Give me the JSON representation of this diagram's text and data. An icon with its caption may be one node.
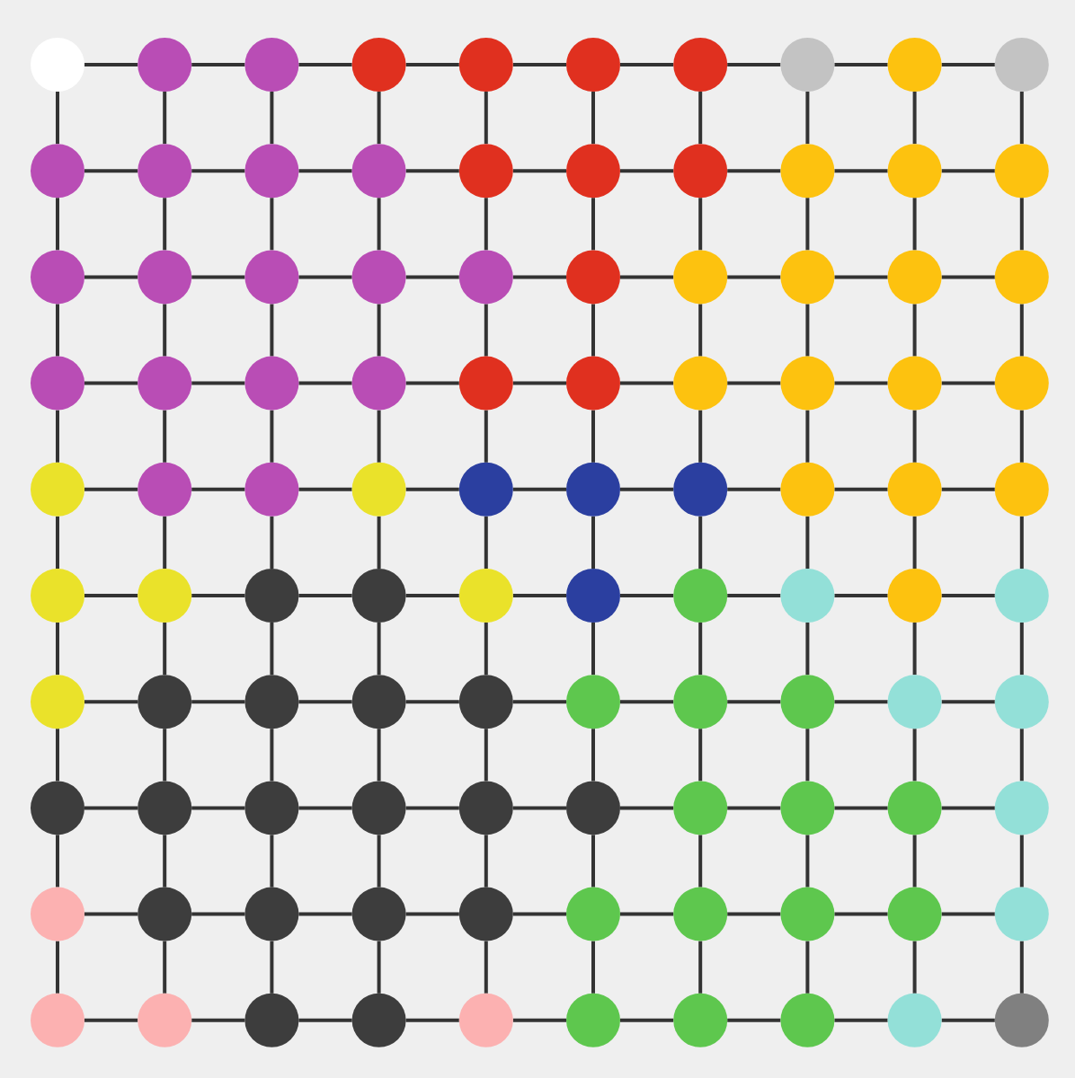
{
  "diagram": {
    "nodes": [
      {
        "text": [],
        "shape": "circle"
      },
      {
        "text": [],
        "shape": "circle"
      },
      {
        "text": [],
        "shape": "circle"
      },
      {
        "text": [],
        "shape": "circle"
      },
      {
        "text": [],
        "shape": "circle"
      },
      {
        "text": [],
        "shape": "circle"
      },
      {
        "text": [],
        "shape": "circle"
      },
      {
        "text": [],
        "shape": "circle"
      },
      {
        "text": [],
        "shape": "circle"
      },
      {
        "text": [],
        "shape": "circle"
      },
      {
        "text": [],
        "shape": "circle"
      },
      {
        "text": [],
        "shape": "circle"
      },
      {
        "text": [],
        "shape": "circle"
      },
      {
        "text": [],
        "shape": "circle"
      },
      {
        "text": [],
        "shape": "circle"
      },
      {
        "text": [],
        "shape": "circle"
      },
      {
        "text": [],
        "shape": "circle"
      },
      {
        "text": [],
        "shape": "circle"
      },
      {
        "text": [],
        "shape": "circle"
      },
      {
        "text": [],
        "shape": "circle"
      },
      {
        "text": [],
        "shape": "circle"
      },
      {
        "text": [],
        "shape": "circle"
      },
      {
        "text": [],
        "shape": "circle"
      },
      {
        "text": [],
        "shape": "circle"
      },
      {
        "text": [],
        "shape": "circle"
      },
      {
        "text": [],
        "shape": "circle"
      },
      {
        "text": [],
        "shape": "circle"
      },
      {
        "text": [],
        "shape": "circle"
      },
      {
        "text": [],
        "shape": "circle"
      },
      {
        "text": [],
        "shape": "circle"
      },
      {
        "text": [],
        "shape": "circle"
      },
      {
        "text": [],
        "shape": "circle"
      },
      {
        "text": [],
        "shape": "circle"
      },
      {
        "text": [],
        "shape": "circle"
      },
      {
        "text": [],
        "shape": "circle"
      },
      {
        "text": [],
        "shape": "circle"
      },
      {
        "text": [],
        "shape": "circle"
      },
      {
        "text": [],
        "shape": "circle"
      },
      {
        "text": [],
        "shape": "circle"
      },
      {
        "text": [],
        "shape": "circle"
      },
      {
        "text": [],
        "shape": "circle"
      },
      {
        "text": [],
        "shape": "circle"
      },
      {
        "text": [],
        "shape": "circle"
      },
      {
        "text": [],
        "shape": "circle"
      },
      {
        "text": [],
        "shape": "circle"
      },
      {
        "text": [],
        "shape": "circle"
      },
      {
        "text": [],
        "shape": "circle"
      },
      {
        "text": [],
        "shape": "circle"
      },
      {
        "text": [],
        "shape": "circle"
      },
      {
        "text": [],
        "shape": "circle"
      },
      {
        "text": [],
        "shape": "circle"
      },
      {
        "text": [],
        "shape": "circle"
      },
      {
        "text": [],
        "shape": "circle"
      },
      {
        "text": [],
        "shape": "circle"
      },
      {
        "text": [],
        "shape": "circle"
      },
      {
        "text": [],
        "shape": "circle"
      },
      {
        "text": [],
        "shape": "circle"
      },
      {
        "text": [],
        "shape": "circle"
      },
      {
        "text": [],
        "shape": "circle"
      },
      {
        "text": [],
        "shape": "circle"
      },
      {
        "text": [],
        "shape": "circle"
      },
      {
        "text": [],
        "shape": "circle"
      },
      {
        "text": [],
        "shape": "circle"
      },
      {
        "text": [],
        "shape": "circle"
      },
      {
        "text": [],
        "shape": "circle"
      },
      {
        "text": [],
        "shape": "circle"
      },
      {
        "text": [],
        "shape": "circle"
      },
      {
        "text": [],
        "shape": "circle"
      },
      {
        "text": [],
        "shape": "circle"
      },
      {
        "text": [],
        "shape": "circle"
      },
      {
        "text": [],
        "shape": "circle"
      },
      {
        "text": [],
        "shape": "circle"
      },
      {
        "text": [],
        "shape": "circle"
      },
      {
        "text": [],
        "shape": "circle"
      },
      {
        "text": [],
        "shape": "circle"
      },
      {
        "text": [],
        "shape": "circle"
      },
      {
        "text": [],
        "shape": "circle"
      },
      {
        "text": [],
        "shape": "circle"
      },
      {
        "text": [],
        "shape": "circle"
      },
      {
        "text": [],
        "shape": "circle"
      },
      {
        "text": [],
        "shape": "circle"
      },
      {
        "text": [],
        "shape": "circle"
      },
      {
        "text": [],
        "shape": "circle"
      },
      {
        "text": [],
        "shape": "circle"
      },
      {
        "text": [],
        "shape": "circle"
      },
      {
        "text": [],
        "shape": "circle"
      },
      {
        "text": [],
        "shape": "circle"
      },
      {
        "text": [],
        "shape": "circle"
      },
      {
        "text": [],
        "shape": "circle"
      },
      {
        "text": [],
        "shape": "circle"
      },
      {
        "text": [],
        "shape": "circle"
      },
      {
        "text": [],
        "shape": "circle"
      },
      {
        "text": [],
        "shape": "circle"
      },
      {
        "text": [],
        "shape": "circle"
      },
      {
        "text": [],
        "shape": "circle"
      },
      {
        "text": [],
        "shape": "circle"
      },
      {
        "text": [],
        "shape": "circle"
      },
      {
        "text": [],
        "shape": "circle"
      },
      {
        "text": [],
        "shape": "circle"
      },
      {
        "text": [],
        "shape": "circle"
      }
    ],
    "edges": [
      {
        "from": 0,
        "to": 1,
        "arrow": "none"
      },
      {
        "from": 0,
        "to": 10,
        "arrow": "none"
      },
      {
        "from": 1,
        "to": 2,
        "arrow": "none"
      },
      {
        "from": 1,
        "to": 11,
        "arrow": "none"
      },
      {
        "from": 2,
        "to": 3,
        "arrow": "none"
      },
      {
        "from": 2,
        "to": 12,
        "arrow": "none"
      },
      {
        "from": 3,
        "to": 4,
        "arrow": "none"
      },
      {
        "from": 3,
        "to": 13,
        "arrow": "none"
      },
      {
        "from": 4,
        "to": 5,
        "arrow": "none"
      },
      {
        "from": 4,
        "to": 14,
        "arrow": "none"
      },
      {
        "from": 5,
        "to": 6,
        "arrow": "none"
      },
      {
        "from": 5,
        "to": 15,
        "arrow": "none"
      },
      {
        "from": 6,
        "to": 7,
        "arrow": "none"
      },
      {
        "from": 6,
        "to": 16,
        "arrow": "none"
      },
      {
        "from": 7,
        "to": 8,
        "arrow": "none"
      },
      {
        "from": 7,
        "to": 17,
        "arrow": "none"
      },
      {
        "from": 8,
        "to": 9,
        "arrow": "none"
      },
      {
        "from": 8,
        "to": 18,
        "arrow": "none"
      },
      {
        "from": 9,
        "to": 19,
        "arrow": "none"
      },
      {
        "from": 10,
        "to": 11,
        "arrow": "none"
      },
      {
        "from": 10,
        "to": 20,
        "arrow": "none"
      },
      {
        "from": 11,
        "to": 12,
        "arrow": "none"
      },
      {
        "from": 11,
        "to": 21,
        "arrow": "none"
      },
      {
        "from": 12,
        "to": 13,
        "arrow": "none"
      },
      {
        "from": 12,
        "to": 22,
        "arrow": "none"
      },
      {
        "from": 13,
        "to": 14,
        "arrow": "none"
      },
      {
        "from": 13,
        "to": 23,
        "arrow": "none"
      },
      {
        "from": 14,
        "to": 15,
        "arrow": "none"
      },
      {
        "from": 14,
        "to": 24,
        "arrow": "none"
      },
      {
        "from": 15,
        "to": 16,
        "arrow": "none"
      },
      {
        "from": 15,
        "to": 25,
        "arrow": "none"
      },
      {
        "from": 16,
        "to": 17,
        "arrow": "none"
      },
      {
        "from": 16,
        "to": 26,
        "arrow": "none"
      },
      {
        "from": 17,
        "to": 18,
        "arrow": "none"
      },
      {
        "from": 17,
        "to": 27,
        "arrow": "none"
      },
      {
        "from": 18,
        "to": 19,
        "arrow": "none"
      },
      {
        "from": 18,
        "to": 28,
        "arrow": "none"
      },
      {
        "from": 19,
        "to": 29,
        "arrow": "none"
      },
      {
        "from": 20,
        "to": 21,
        "arrow": "none"
      },
      {
        "from": 20,
        "to": 30,
        "arrow": "none"
      },
      {
        "from": 21,
        "to": 22,
        "arrow": "none"
      },
      {
        "from": 21,
        "to": 31,
        "arrow": "none"
      },
      {
        "from": 22,
        "to": 23,
        "arrow": "none"
      },
      {
        "from": 22,
        "to": 32,
        "arrow": "none"
      },
      {
        "from": 23,
        "to": 24,
        "arrow": "none"
      },
      {
        "from": 23,
        "to": 33,
        "arrow": "none"
      },
      {
        "from": 24,
        "to": 25,
        "arrow": "none"
      },
      {
        "from": 24,
        "to": 34,
        "arrow": "none"
      },
      {
        "from": 25,
        "to": 26,
        "arrow": "none"
      },
      {
        "from": 25,
        "to": 35,
        "arrow": "none"
      },
      {
        "from": 26,
        "to": 27,
        "arrow": "none"
      },
      {
        "from": 26,
        "to": 36,
        "arrow": "none"
      },
      {
        "from": 27,
        "to": 28,
        "arrow": "none"
      },
      {
        "from": 27,
        "to": 37,
        "arrow": "none"
      },
      {
        "from": 28,
        "to": 29,
        "arrow": "none"
      },
      {
        "from": 28,
        "to": 38,
        "arrow": "none"
      },
      {
        "from": 29,
        "to": 39,
        "arrow": "none"
      },
      {
        "from": 30,
        "to": 31,
        "arrow": "none"
      },
      {
        "from": 30,
        "to": 40,
        "arrow": "none"
      },
      {
        "from": 31,
        "to": 32,
        "arrow": "none"
      },
      {
        "from": 31,
        "to": 41,
        "arrow": "none"
      },
      {
        "from": 32,
        "to": 33,
        "arrow": "none"
      },
      {
        "from": 32,
        "to": 42,
        "arrow": "none"
      },
      {
        "from": 33,
        "to": 34,
        "arrow": "none"
      },
      {
        "from": 33,
        "to": 43,
        "arrow": "none"
      },
      {
        "from": 34,
        "to": 35,
        "arrow": "none"
      },
      {
        "from": 34,
        "to": 44,
        "arrow": "none"
      },
      {
        "from": 35,
        "to": 36,
        "arrow": "none"
      },
      {
        "from": 35,
        "to": 45,
        "arrow": "none"
      },
      {
        "from": 36,
        "to": 37,
        "arrow": "none"
      },
      {
        "from": 36,
        "to": 46,
        "arrow": "none"
      },
      {
        "from": 37,
        "to": 38,
        "arrow": "none"
      },
      {
        "from": 37,
        "to": 47,
        "arrow": "none"
      },
      {
        "from": 38,
        "to": 39,
        "arrow": "none"
      },
      {
        "from": 38,
        "to": 48,
        "arrow": "none"
      },
      {
        "from": 39,
        "to": 49,
        "arrow": "none"
      },
      {
        "from": 40,
        "to": 41,
        "arrow": "none"
      },
      {
        "from": 40,
        "to": 50,
        "arrow": "none"
      },
      {
        "from": 41,
        "to": 42,
        "arrow": "none"
      },
      {
        "from": 41,
        "to": 51,
        "arrow": "none"
      },
      {
        "from": 42,
        "to": 43,
        "arrow": "none"
      },
      {
        "from": 42,
        "to": 52,
        "arrow": "none"
      },
      {
        "from": 43,
        "to": 44,
        "arrow": "none"
      },
      {
        "from": 43,
        "to": 53,
        "arrow": "none"
      },
      {
        "from": 44,
        "to": 45,
        "arrow": "none"
      },
      {
        "from": 44,
        "to": 54,
        "arrow": "none"
      },
      {
        "from": 45,
        "to": 46,
        "arrow": "none"
      },
      {
        "from": 45,
        "to": 55,
        "arrow": "none"
      },
      {
        "from": 46,
        "to": 47,
        "arrow": "none"
      },
      {
        "from": 46,
        "to": 56,
        "arrow": "none"
      },
      {
        "from": 47,
        "to": 48,
        "arrow": "none"
      },
      {
        "from": 47,
        "to": 57,
        "arrow": "none"
      },
      {
        "from": 48,
        "to": 49,
        "arrow": "none"
      },
      {
        "from": 48,
        "to": 58,
        "arrow": "none"
      },
      {
        "from": 49,
        "to": 59,
        "arrow": "none"
      },
      {
        "from": 50,
        "to": 51,
        "arrow": "none"
      },
      {
        "from": 50,
        "to": 60,
        "arrow": "none"
      },
      {
        "from": 51,
        "to": 52,
        "arrow": "none"
      },
      {
        "from": 51,
        "to": 61,
        "arrow": "none"
      },
      {
        "from": 52,
        "to": 53,
        "arrow": "none"
      },
      {
        "from": 52,
        "to": 62,
        "arrow": "none"
      },
      {
        "from": 53,
        "to": 54,
        "arrow": "none"
      },
      {
        "from": 53,
        "to": 63,
        "arrow": "none"
      },
      {
        "from": 54,
        "to": 55,
        "arrow": "none"
      },
      {
        "from": 54,
        "to": 64,
        "arrow": "none"
      },
      {
        "from": 55,
        "to": 56,
        "arrow": "none"
      },
      {
        "from": 55,
        "to": 65,
        "arrow": "none"
      },
      {
        "from": 56,
        "to": 57,
        "arrow": "none"
      },
      {
        "from": 56,
        "to": 66,
        "arrow": "none"
      },
      {
        "from": 57,
        "to": 58,
        "arrow": "none"
      },
      {
        "from": 57,
        "to": 67,
        "arrow": "none"
      },
      {
        "from": 58,
        "to": 59,
        "arrow": "none"
      },
      {
        "from": 58,
        "to": 68,
        "arrow": "none"
      },
      {
        "from": 59,
        "to": 69,
        "arrow": "none"
      },
      {
        "from": 60,
        "to": 61,
        "arrow": "none"
      },
      {
        "from": 60,
        "to": 70,
        "arrow": "none"
      },
      {
        "from": 61,
        "to": 62,
        "arrow": "none"
      },
      {
        "from": 61,
        "to": 71,
        "arrow": "none"
      },
      {
        "from": 62,
        "to": 63,
        "arrow": "none"
      },
      {
        "from": 62,
        "to": 72,
        "arrow": "none"
      },
      {
        "from": 63,
        "to": 64,
        "arrow": "none"
      },
      {
        "from": 63,
        "to": 73,
        "arrow": "none"
      },
      {
        "from": 64,
        "to": 65,
        "arrow": "none"
      },
      {
        "from": 64,
        "to": 74,
        "arrow": "none"
      },
      {
        "from": 65,
        "to": 66,
        "arrow": "none"
      },
      {
        "from": 65,
        "to": 75,
        "arrow": "none"
      },
      {
        "from": 66,
        "to": 67,
        "arrow": "none"
      },
      {
        "from": 66,
        "to": 76,
        "arrow": "none"
      },
      {
        "from": 67,
        "to": 68,
        "arrow": "none"
      },
      {
        "from": 67,
        "to": 77,
        "arrow": "none"
      },
      {
        "from": 68,
        "to": 69,
        "arrow": "none"
      },
      {
        "from": 68,
        "to": 78,
        "arrow": "none"
      },
      {
        "from": 69,
        "to": 79,
        "arrow": "none"
      },
      {
        "from": 70,
        "to": 71,
        "arrow": "none"
      },
      {
        "from": 70,
        "to": 80,
        "arrow": "none"
      },
      {
        "from": 71,
        "to": 72,
        "arrow": "none"
      },
      {
        "from": 71,
        "to": 81,
        "arrow": "none"
      },
      {
        "from": 72,
        "to": 73,
        "arrow": "none"
      },
      {
        "from": 72,
        "to": 82,
        "arrow": "none"
      },
      {
        "from": 73,
        "to": 74,
        "arrow": "none"
      },
      {
        "from": 73,
        "to": 83,
        "arrow": "none"
      },
      {
        "from": 74,
        "to": 75,
        "arrow": "none"
      },
      {
        "from": 74,
        "to": 84,
        "arrow": "none"
      },
      {
        "from": 75,
        "to": 76,
        "arrow": "none"
      },
      {
        "from": 75,
        "to": 85,
        "arrow": "none"
      },
      {
        "from": 76,
        "to": 77,
        "arrow": "none"
      },
      {
        "from": 76,
        "to": 86,
        "arrow": "none"
      },
      {
        "from": 77,
        "to": 78,
        "arrow": "none"
      },
      {
        "from": 77,
        "to": 87,
        "arrow": "none"
      },
      {
        "from": 78,
        "to": 79,
        "arrow": "none"
      },
      {
        "from": 78,
        "to": 88,
        "arrow": "none"
      },
      {
        "from": 79,
        "to": 89,
        "arrow": "none"
      },
      {
        "from": 80,
        "to": 81,
        "arrow": "none"
      },
      {
        "from": 80,
        "to": 90,
        "arrow": "none"
      },
      {
        "from": 81,
        "to": 82,
        "arrow": "none"
      },
      {
        "from": 81,
        "to": 91,
        "arrow": "none"
      },
      {
        "from": 82,
        "to": 83,
        "arrow": "none"
      },
      {
        "from": 82,
        "to": 92,
        "arrow": "none"
      },
      {
        "from": 83,
        "to": 84,
        "arrow": "none"
      },
      {
        "from": 83,
        "to": 93,
        "arrow": "none"
      },
      {
        "from": 84,
        "to": 85,
        "arrow": "none"
      },
      {
        "from": 84,
        "to": 94,
        "arrow": "none"
      },
      {
        "from": 85,
        "to": 86,
        "arrow": "none"
      },
      {
        "from": 85,
        "to": 95,
        "arrow": "none"
      },
      {
        "from": 86,
        "to": 87,
        "arrow": "none"
      },
      {
        "from": 86,
        "to": 96,
        "arrow": "none"
      },
      {
        "from": 87,
        "to": 88,
        "arrow": "none"
      },
      {
        "from": 87,
        "to": 97,
        "arrow": "none"
      },
      {
        "from": 88,
        "to": 89,
        "arrow": "none"
      },
      {
        "from": 88,
        "to": 98,
        "arrow": "none"
      },
      {
        "from": 89,
        "to": 99,
        "arrow": "none"
      },
      {
        "from": 90,
        "to": 91,
        "arrow": "none"
      },
      {
        "from": 91,
        "to": 92,
        "arrow": "none"
      },
      {
        "from": 92,
        "to": 93,
        "arrow": "none"
      },
      {
        "from": 93,
        "to": 94,
        "arrow": "none"
      },
      {
        "from": 94,
        "to": 95,
        "arrow": "none"
      },
      {
        "from": 95,
        "to": 96,
        "arrow": "none"
      },
      {
        "from": 96,
        "to": 97,
        "arrow": "none"
      },
      {
        "from": 97,
        "to": 98,
        "arrow": "none"
      },
      {
        "from": 98,
        "to": 99,
        "arrow": "none"
      }
    ]
  }
}
